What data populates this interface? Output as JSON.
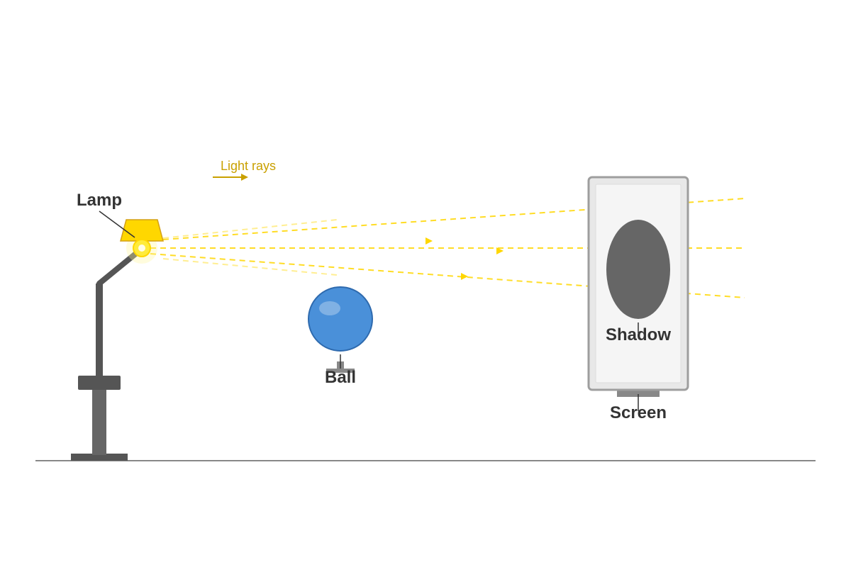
{
  "labels": {
    "lamp": "Lamp",
    "ball": "Ball",
    "shadow": "Shadow",
    "screen": "Screen",
    "light_rays": "Light rays"
  },
  "colors": {
    "ray": "#FFD700",
    "ray_label": "#C9A000",
    "lamp_shade": "#FFD700",
    "lamp_post": "#555555",
    "ball": "#4A90D9",
    "ball_stroke": "#2E6AAE",
    "shadow": "#666666",
    "screen_frame": "#9E9E9E",
    "screen_face": "#F5F5F5",
    "ground": "#888888",
    "text": "#333333"
  }
}
